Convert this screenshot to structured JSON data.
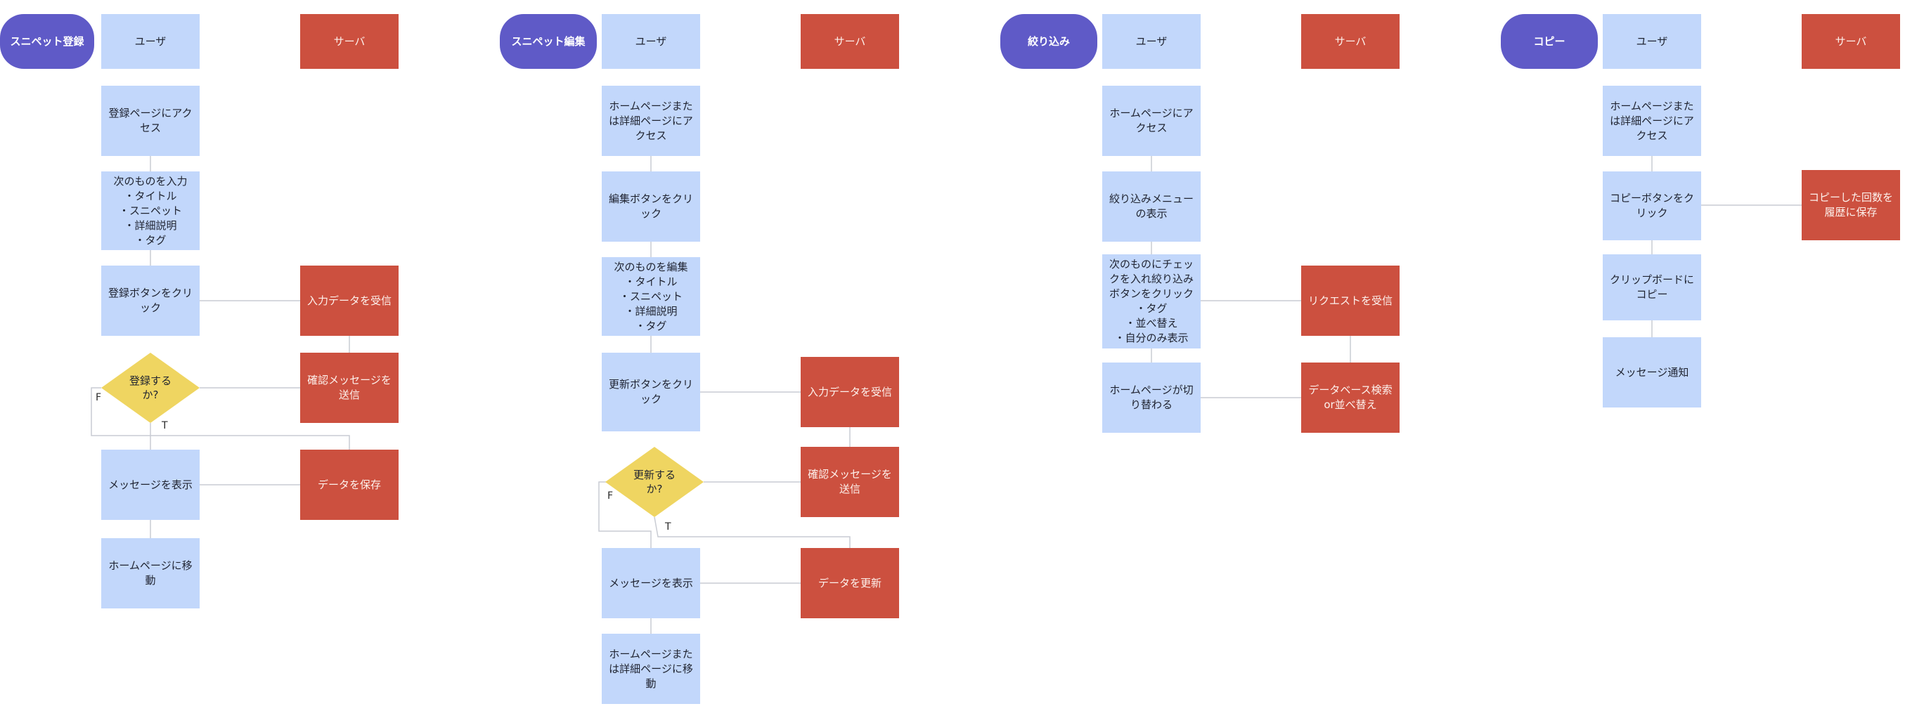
{
  "lanes": {
    "user_label": "ユーザ",
    "server_label": "サーバ"
  },
  "branch": {
    "true_label": "T",
    "false_label": "F"
  },
  "flows": {
    "register": {
      "title": "スニペット登録",
      "u_access": "登録ページにアク\nセス",
      "u_input": "次のものを入力\n・タイトル\n・スニペット\n・詳細説明\n・タグ",
      "u_click": "登録ボタンをクリ\nック",
      "decision": "登録する\nか?",
      "u_message": "メッセージを表示",
      "u_move": "ホームページに移\n動",
      "s_receive": "入力データを受信",
      "s_confirm": "確認メッセージを\n送信",
      "s_save": "データを保存"
    },
    "edit": {
      "title": "スニペット編集",
      "u_access": "ホームページまた\nは詳細ページにア\nクセス",
      "u_edit_click": "編集ボタンをクリ\nック",
      "u_edit_input": "次のものを編集\n・タイトル\n・スニペット\n・詳細説明\n・タグ",
      "u_update_click": "更新ボタンをクリ\nック",
      "decision": "更新する\nか?",
      "u_message": "メッセージを表示",
      "u_move": "ホームページまた\nは詳細ページに移\n動",
      "s_receive": "入力データを受信",
      "s_confirm": "確認メッセージを\n送信",
      "s_update": "データを更新"
    },
    "filter": {
      "title": "絞り込み",
      "u_access": "ホームページにア\nクセス",
      "u_menu": "絞り込みメニュー\nの表示",
      "u_check": "次のものにチェッ\nクを入れ絞り込み\nボタンをクリック\n・タグ\n・並べ替え\n・自分のみ表示",
      "u_switch": "ホームページが切\nり替わる",
      "s_request": "リクエストを受信",
      "s_search": "データベース検索\nor並べ替え"
    },
    "copy": {
      "title": "コピー",
      "u_access": "ホームページまた\nは詳細ページにア\nクセス",
      "u_copy_click": "コピーボタンをク\nリック",
      "u_clipboard": "クリップボードに\nコピー",
      "u_notify": "メッセージ通知",
      "s_history": "コピーした回数を\n履歴に保存"
    }
  }
}
